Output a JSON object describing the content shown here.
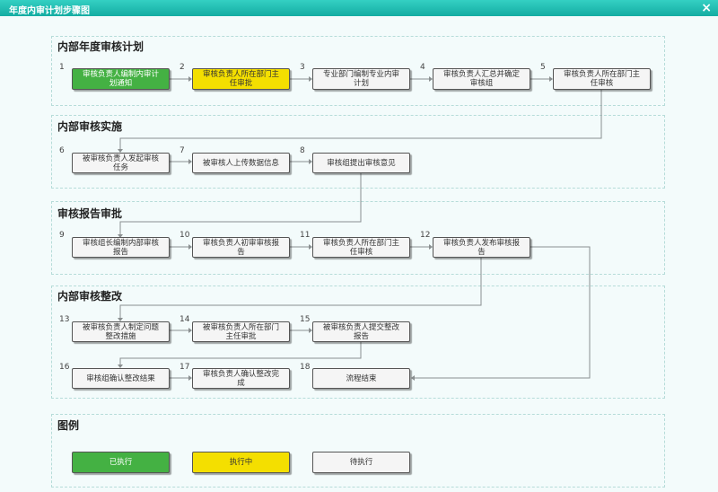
{
  "window": {
    "title": "年度内审计划步骤图",
    "close_icon": "×"
  },
  "colors": {
    "executed": "#44b143",
    "executing": "#f4df00",
    "pending": "#f5f5f5",
    "titlebar": "#1fbeb2"
  },
  "sections": {
    "plan": "内部年度审核计划",
    "implement": "内部审核实施",
    "report": "审核报告审批",
    "rectify": "内部审核整改",
    "legend": "图例"
  },
  "steps": [
    {
      "num": "1",
      "label": "审核负责人编制内审计划通知",
      "status": "executed"
    },
    {
      "num": "2",
      "label": "审核负责人所在部门主任审批",
      "status": "executing"
    },
    {
      "num": "3",
      "label": "专业部门编制专业内审计划",
      "status": "pending"
    },
    {
      "num": "4",
      "label": "审核负责人汇总并确定审核组",
      "status": "pending"
    },
    {
      "num": "5",
      "label": "审核负责人所在部门主任审核",
      "status": "pending"
    },
    {
      "num": "6",
      "label": "被审核负责人发起审核任务",
      "status": "pending"
    },
    {
      "num": "7",
      "label": "被审核人上传数据信息",
      "status": "pending"
    },
    {
      "num": "8",
      "label": "审核组提出审核意见",
      "status": "pending"
    },
    {
      "num": "9",
      "label": "审核组长编制内部审核报告",
      "status": "pending"
    },
    {
      "num": "10",
      "label": "审核负责人初审审核报告",
      "status": "pending"
    },
    {
      "num": "11",
      "label": "审核负责人所在部门主任审核",
      "status": "pending"
    },
    {
      "num": "12",
      "label": "审核负责人发布审核报告",
      "status": "pending"
    },
    {
      "num": "13",
      "label": "被审核负责人制定问题整改措施",
      "status": "pending"
    },
    {
      "num": "14",
      "label": "被审核负责人所在部门主任审批",
      "status": "pending"
    },
    {
      "num": "15",
      "label": "被审核负责人提交整改报告",
      "status": "pending"
    },
    {
      "num": "16",
      "label": "审核组确认整改结果",
      "status": "pending"
    },
    {
      "num": "17",
      "label": "审核负责人确认整改完成",
      "status": "pending"
    },
    {
      "num": "18",
      "label": "流程结束",
      "status": "pending"
    }
  ],
  "legend": {
    "executed": "已执行",
    "executing": "执行中",
    "pending": "待执行"
  }
}
